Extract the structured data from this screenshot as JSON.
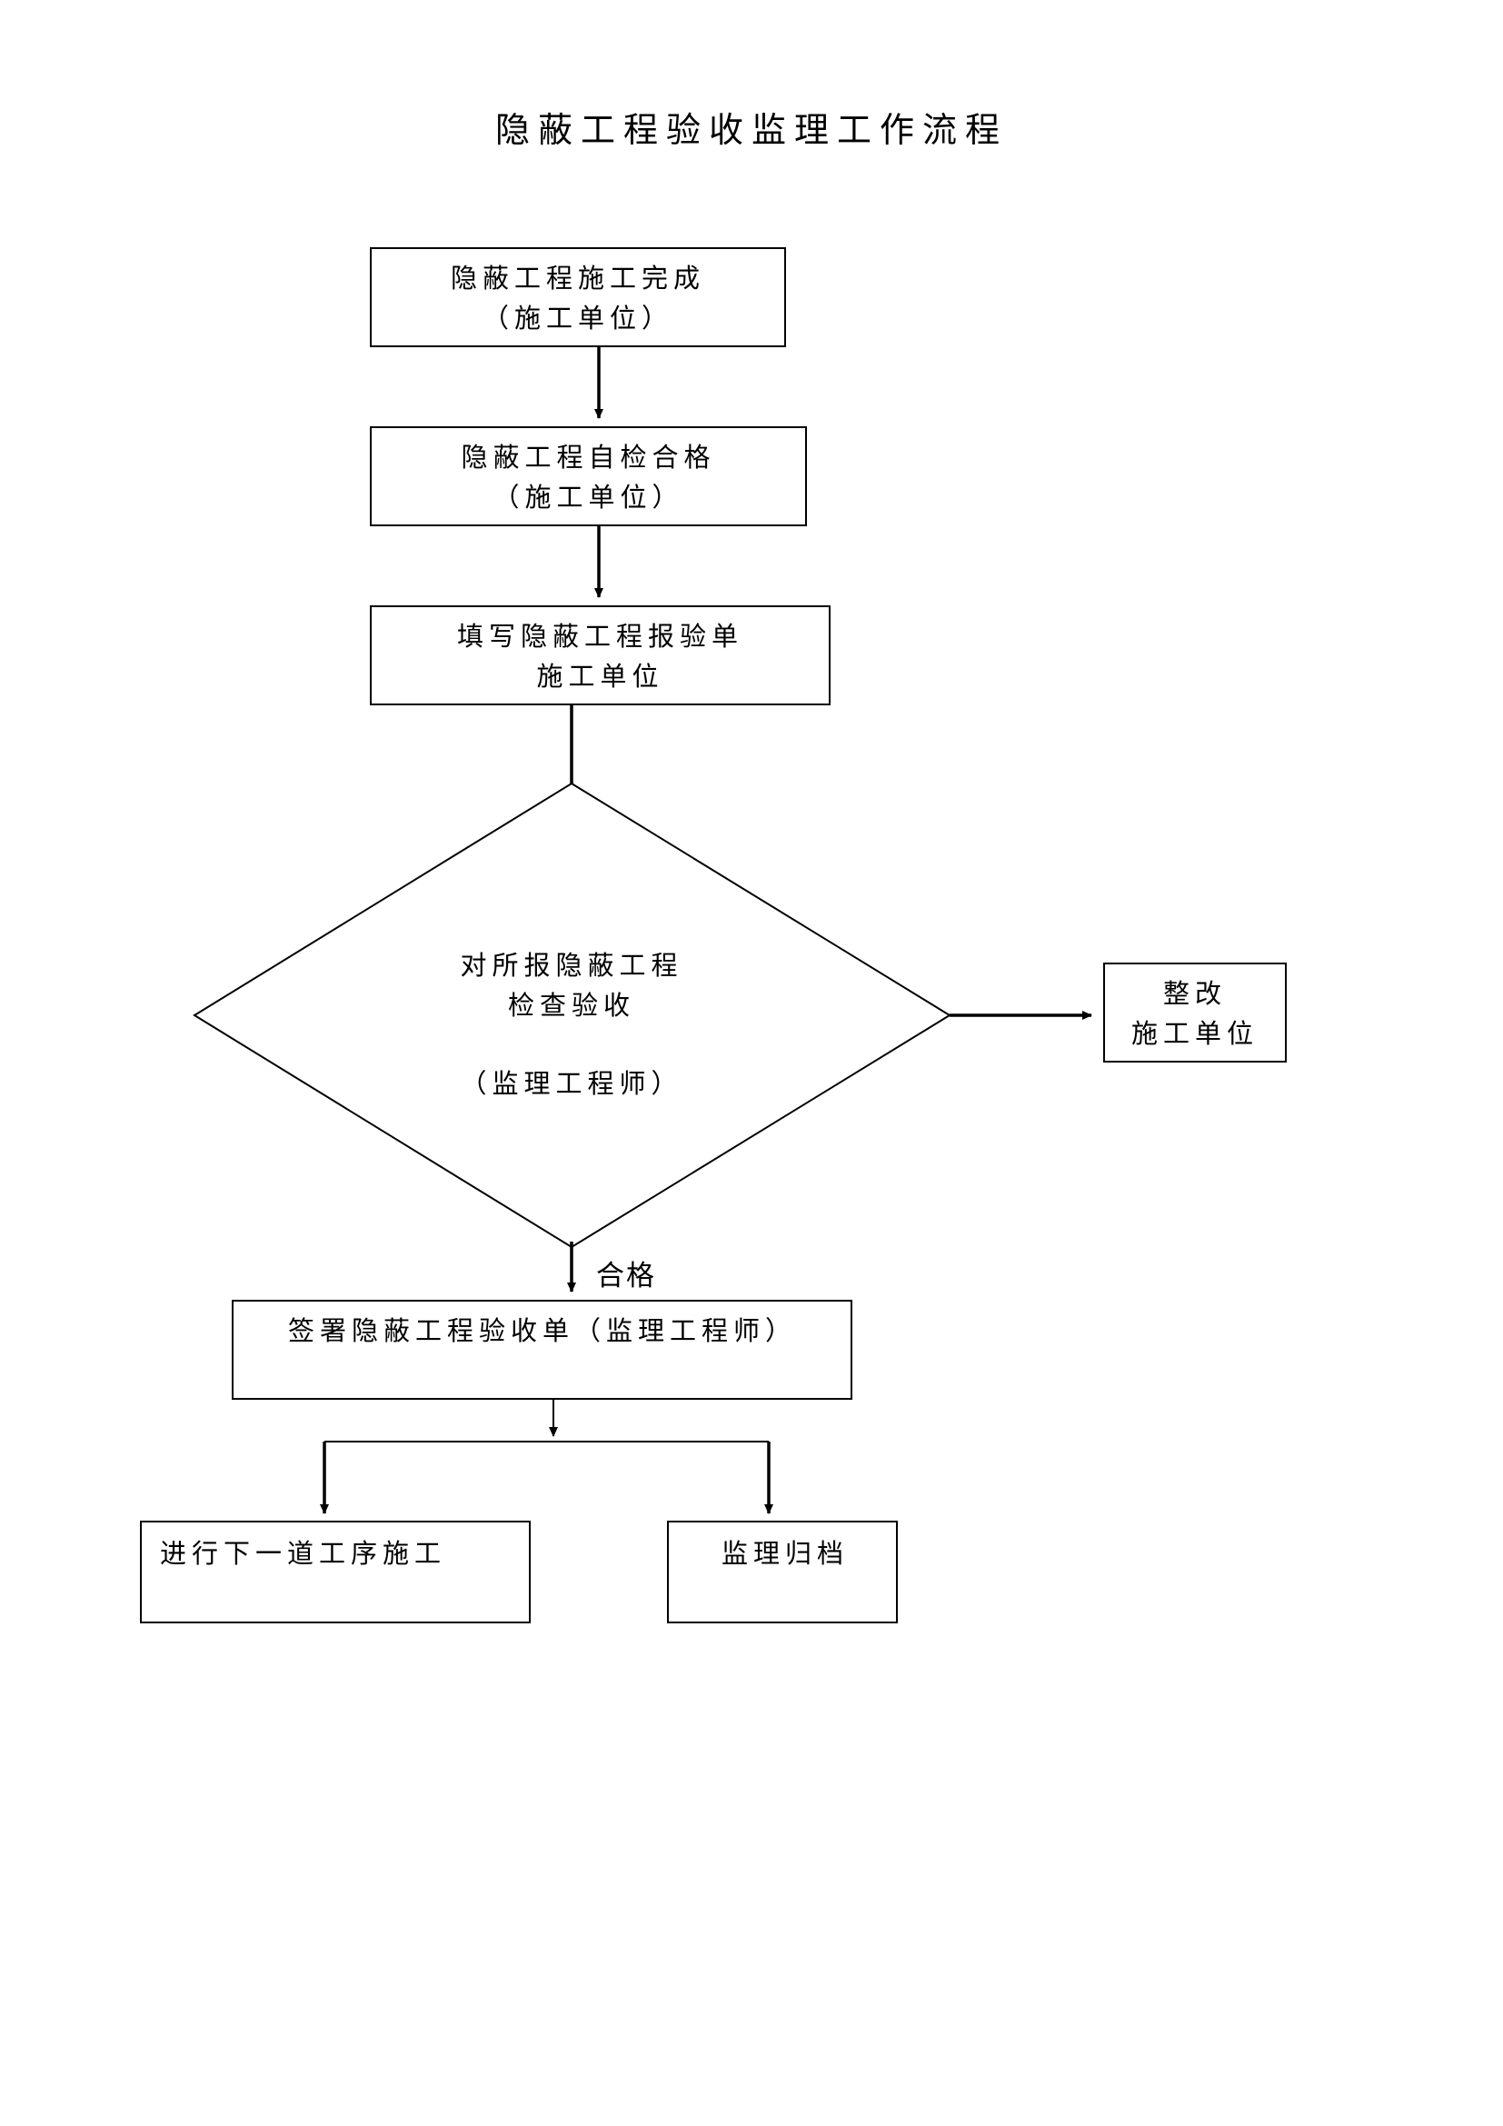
{
  "title": "隐蔽工程验收监理工作流程",
  "nodes": {
    "construction_complete": {
      "line1": "隐蔽工程施工完成",
      "line2": "（施工单位）"
    },
    "self_check": {
      "line1": "隐蔽工程自检合格",
      "line2": "（施工单位）"
    },
    "fill_report": {
      "line1": "填写隐蔽工程报验单",
      "line2": "施工单位"
    },
    "inspection": {
      "line1": "对所报隐蔽工程",
      "line2": "检查验收",
      "line3": "（监理工程师）"
    },
    "rectify": {
      "line1": "整改",
      "line2": "施工单位"
    },
    "sign_form": {
      "line1": "签署隐蔽工程验收单（监理工程师）"
    },
    "next_process": {
      "line1": "进行下一道工序施工"
    },
    "archive": {
      "line1": "监理归档"
    }
  },
  "edges": {
    "pass_label": "合格"
  }
}
